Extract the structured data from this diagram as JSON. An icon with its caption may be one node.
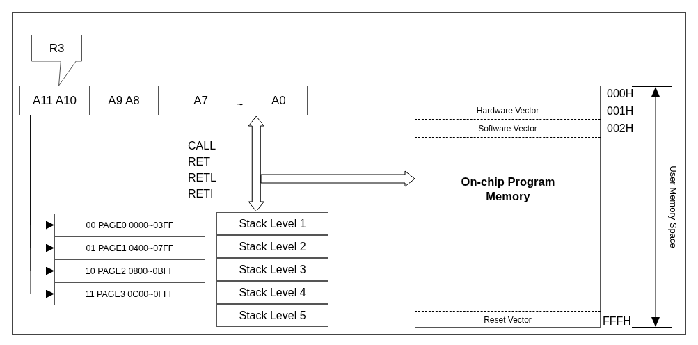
{
  "diagram": {
    "nodes": [
      {
        "text": [
          "R3"
        ]
      },
      {
        "text": [
          "A11  A10"
        ]
      },
      {
        "text": [
          "A9  A8"
        ]
      },
      {
        "text": [
          "A7",
          "~",
          "A0"
        ]
      },
      {
        "text": [
          "00  PAGE0  0000~03FF"
        ]
      },
      {
        "text": [
          "01  PAGE1  0400~07FF"
        ]
      },
      {
        "text": [
          "10  PAGE2  0800~0BFF"
        ]
      },
      {
        "text": [
          "11  PAGE3  0C00~0FFF"
        ]
      },
      {
        "text": [
          "Stack Level 1"
        ]
      },
      {
        "text": [
          "Stack Level 2"
        ]
      },
      {
        "text": [
          "Stack Level 3"
        ]
      },
      {
        "text": [
          "Stack Level 4"
        ]
      },
      {
        "text": [
          "Stack Level 5"
        ]
      },
      {
        "text": [
          "On-chip Program Memory"
        ]
      },
      {
        "text": [
          "Hardware Vector"
        ],
        "in": 13
      },
      {
        "text": [
          "Software Vector"
        ],
        "in": 13
      },
      {
        "text": [
          "Reset Vector"
        ],
        "in": 13
      }
    ],
    "edges": [
      {
        "from": 0,
        "to": 1,
        "arrow": "none"
      },
      {
        "from": 1,
        "to": 4,
        "arrow": "to"
      },
      {
        "from": 1,
        "to": 5,
        "arrow": "to"
      },
      {
        "from": 1,
        "to": 6,
        "arrow": "to"
      },
      {
        "from": 1,
        "to": 7,
        "arrow": "to"
      },
      {
        "from": 3,
        "to": 8,
        "arrow": "both",
        "style": "thick"
      },
      {
        "from": null,
        "to": 13,
        "arrow": "to",
        "style": "thick"
      }
    ],
    "labels": [
      "CALL",
      "RET",
      "RETL",
      "RETI",
      "000H",
      "001H",
      "002H",
      "FFFH",
      "User Memory Space"
    ]
  }
}
